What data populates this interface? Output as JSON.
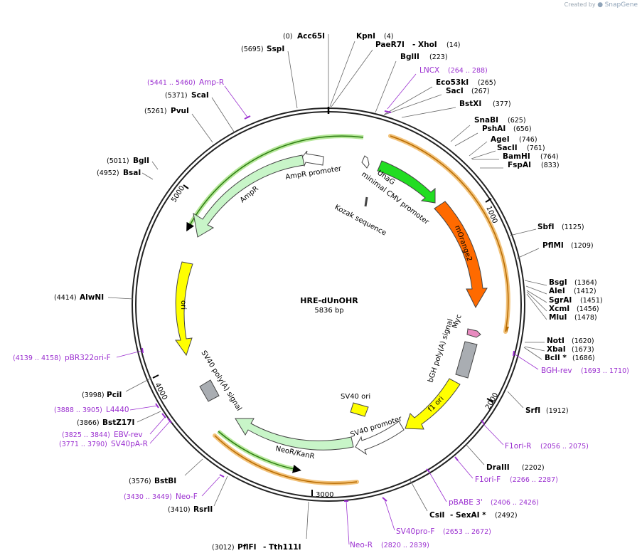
{
  "credit": {
    "prefix": "Created by",
    "brand": "SnapGene"
  },
  "plasmid": {
    "name": "HRE-dUnOHR",
    "length": "5836 bp",
    "length_bp": 5836
  },
  "ticks": [
    "1000",
    "2000",
    "3000",
    "4000",
    "5000"
  ],
  "colors": {
    "primer": "#9b30d0",
    "enzyme": "#000000",
    "backbone": "#222222"
  },
  "features": [
    {
      "name": "UnaG",
      "label": "UnaG",
      "color": "#22dd22",
      "shape": "arrow"
    },
    {
      "name": "mOrange2",
      "label": "mOrange2",
      "color": "#ff6a00",
      "shape": "arrow"
    },
    {
      "name": "Myc",
      "label": "Myc",
      "color": "#e88abf",
      "shape": "arrow"
    },
    {
      "name": "bGH-polyA",
      "label": "bGH poly(A) signal",
      "color": "#a9adb2",
      "shape": "box"
    },
    {
      "name": "f1-ori",
      "label": "f1 ori",
      "color": "#ffff00",
      "shape": "arrow"
    },
    {
      "name": "SV40-promoter",
      "label": "SV40 promoter",
      "color": "#ffffff",
      "shape": "arrow"
    },
    {
      "name": "SV40-ori",
      "label": "SV40 ori",
      "color": "#ffff00",
      "shape": "box"
    },
    {
      "name": "NeoR-KanR",
      "label": "NeoR/KanR",
      "color": "#c8f5c8",
      "shape": "arrow"
    },
    {
      "name": "SV40-polyA",
      "label": "SV40 poly(A) signal",
      "color": "#a9adb2",
      "shape": "box"
    },
    {
      "name": "ori",
      "label": "ori",
      "color": "#ffff00",
      "shape": "arrow"
    },
    {
      "name": "AmpR",
      "label": "AmpR",
      "color": "#c8f5c8",
      "shape": "arrow"
    },
    {
      "name": "AmpR-promoter",
      "label": "AmpR promoter",
      "color": "#ffffff",
      "shape": "arrow"
    },
    {
      "name": "minimal-CMV-promoter",
      "label": "minimal CMV promoter",
      "color": "#ffffff",
      "shape": "arrow"
    },
    {
      "name": "Kozak",
      "label": "Kozak sequence",
      "color": "#ffffff",
      "shape": "mark"
    }
  ],
  "enzymes": [
    {
      "name": "Acc65I",
      "pos": "(0)"
    },
    {
      "name": "KpnI",
      "pos": "(4)"
    },
    {
      "name": "PaeR7I",
      "pos": "(14)",
      "extra": "XhoI"
    },
    {
      "name": "BglII",
      "pos": "(223)"
    },
    {
      "name": "Eco53kI",
      "pos": "(265)"
    },
    {
      "name": "SacI",
      "pos": "(267)"
    },
    {
      "name": "BstXI",
      "pos": "(377)"
    },
    {
      "name": "SnaBI",
      "pos": "(625)"
    },
    {
      "name": "PshAI",
      "pos": "(656)"
    },
    {
      "name": "AgeI",
      "pos": "(746)"
    },
    {
      "name": "SacII",
      "pos": "(761)"
    },
    {
      "name": "BamHI",
      "pos": "(764)"
    },
    {
      "name": "FspAI",
      "pos": "(833)"
    },
    {
      "name": "SbfI",
      "pos": "(1125)"
    },
    {
      "name": "PflMI",
      "pos": "(1209)"
    },
    {
      "name": "BsgI",
      "pos": "(1364)"
    },
    {
      "name": "AleI",
      "pos": "(1412)"
    },
    {
      "name": "SgrAI",
      "pos": "(1451)"
    },
    {
      "name": "XcmI",
      "pos": "(1456)"
    },
    {
      "name": "MluI",
      "pos": "(1478)"
    },
    {
      "name": "NotI",
      "pos": "(1620)"
    },
    {
      "name": "XbaI",
      "pos": "(1673)"
    },
    {
      "name": "BclI *",
      "pos": "(1686)"
    },
    {
      "name": "SrfI",
      "pos": "(1912)"
    },
    {
      "name": "DraIII",
      "pos": "(2202)"
    },
    {
      "name": "CsiI",
      "pos": "",
      "extra": "SexAI *",
      "extra_pos": "(2492)"
    },
    {
      "name": "PflFI",
      "pos": "(3012)",
      "extra": "Tth111I"
    },
    {
      "name": "RsrII",
      "pos": "(3410)"
    },
    {
      "name": "BstBI",
      "pos": "(3576)"
    },
    {
      "name": "BstZ17I",
      "pos": "(3866)"
    },
    {
      "name": "PciI",
      "pos": "(3998)"
    },
    {
      "name": "AlwNI",
      "pos": "(4414)"
    },
    {
      "name": "BsaI",
      "pos": "(4952)"
    },
    {
      "name": "BglI",
      "pos": "(5011)"
    },
    {
      "name": "PvuI",
      "pos": "(5261)"
    },
    {
      "name": "ScaI",
      "pos": "(5371)"
    },
    {
      "name": "SspI",
      "pos": "(5695)"
    }
  ],
  "primers": [
    {
      "name": "LNCX",
      "pos": "(264 .. 288)"
    },
    {
      "name": "Amp-R",
      "pos": "(5441 .. 5460)"
    },
    {
      "name": "BGH-rev",
      "pos": "(1693 .. 1710)"
    },
    {
      "name": "F1ori-R",
      "pos": "(2056 .. 2075)"
    },
    {
      "name": "F1ori-F",
      "pos": "(2266 .. 2287)"
    },
    {
      "name": "pBABE 3'",
      "pos": "(2406 .. 2426)"
    },
    {
      "name": "SV40pro-F",
      "pos": "(2653 .. 2672)"
    },
    {
      "name": "Neo-R",
      "pos": "(2820 .. 2839)"
    },
    {
      "name": "Neo-F",
      "pos": "(3430 .. 3449)"
    },
    {
      "name": "SV40pA-R",
      "pos": "(3771 .. 3790)"
    },
    {
      "name": "EBV-rev",
      "pos": "(3825 .. 3844)"
    },
    {
      "name": "L4440",
      "pos": "(3888 .. 3905)"
    },
    {
      "name": "pBR322ori-F",
      "pos": "(4139 .. 4158)"
    }
  ]
}
